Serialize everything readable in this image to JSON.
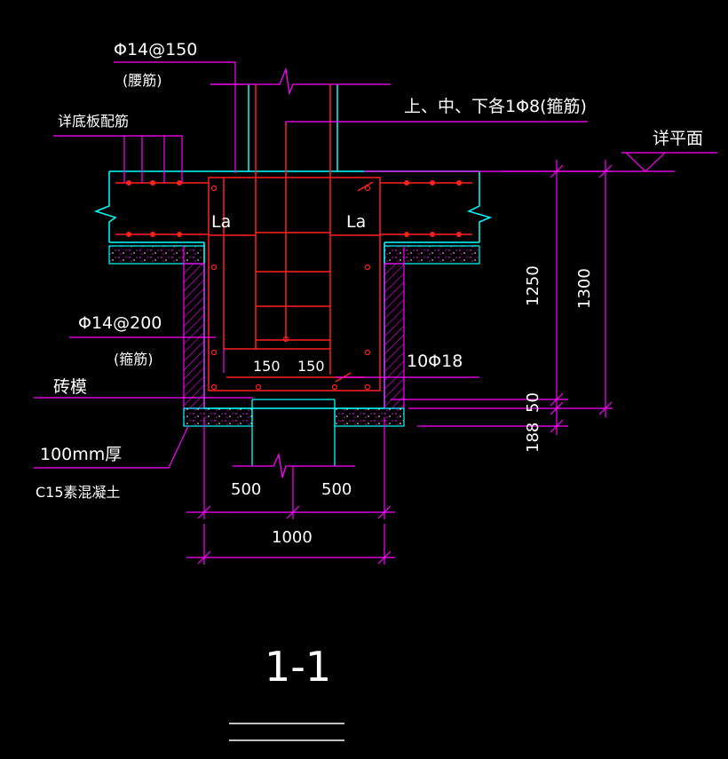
{
  "drawing": {
    "section_title": "1-1",
    "colors": {
      "background": "#000000",
      "magenta": "#ff00ff",
      "cyan": "#00ffff",
      "red": "#ff2020",
      "white": "#ffffff",
      "hatch": "#cc00cc"
    },
    "labels": {
      "waist_rebar": "Φ14@150",
      "waist_rebar_note": "(腰筋)",
      "stirrup_note": "上、中、下各1Φ8(箍筋)",
      "floor_slab_ref": "详底板配筋",
      "plan_ref": "详平面",
      "la_left": "La",
      "la_right": "La",
      "stirrup_rebar": "Φ14@200",
      "stirrup_rebar_note": "(箍筋)",
      "brick_mold": "砖模",
      "bottom_bars": "10Φ18",
      "cushion_thickness": "100mm厚",
      "cushion_material": "C15素混凝土"
    },
    "dimensions": {
      "d1250": "1250",
      "d1300": "1300",
      "d50": "50",
      "d188": "188",
      "d150_left": "150",
      "d150_right": "150",
      "d500_left": "500",
      "d500_right": "500",
      "d1000": "1000"
    }
  }
}
